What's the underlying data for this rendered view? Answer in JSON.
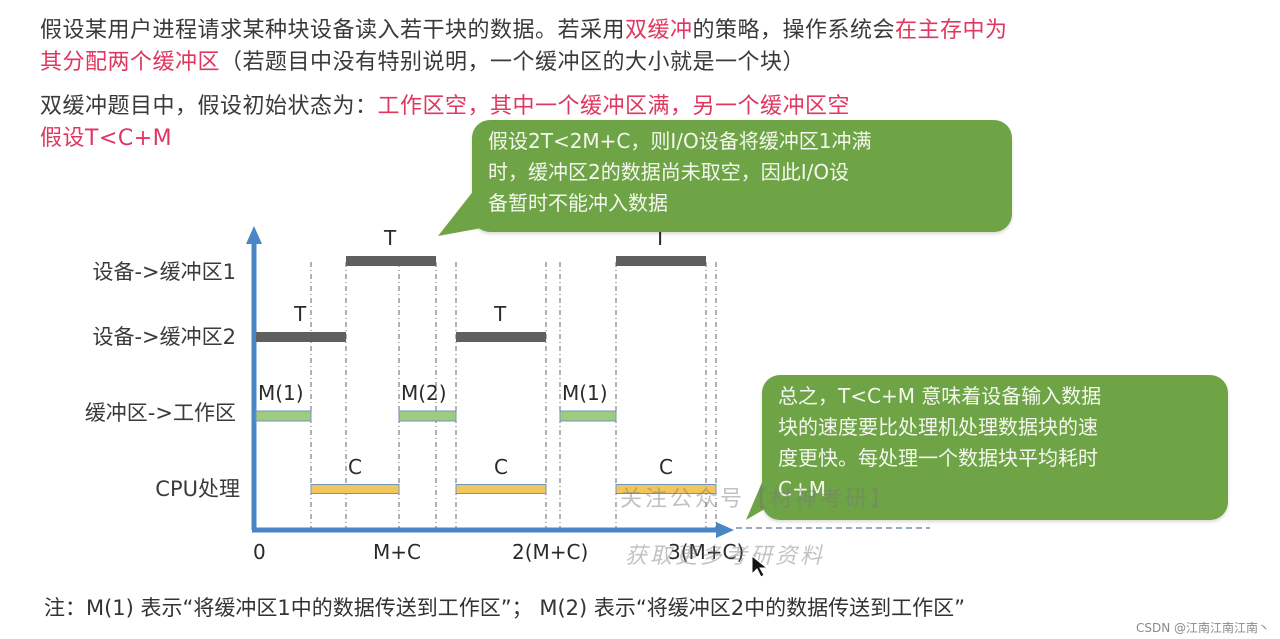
{
  "header": {
    "line1": [
      {
        "text": "假设某用户进程请求某种块设备读入若干块的数据。若采用",
        "highlight": false
      },
      {
        "text": "双缓冲",
        "highlight": true
      },
      {
        "text": "的策略，操作系统会",
        "highlight": false
      },
      {
        "text": "在主存中为",
        "highlight": true
      }
    ],
    "line2": [
      {
        "text": "其分配两个缓冲区",
        "highlight": true
      },
      {
        "text": "（若题目中没有特别说明，一个缓冲区的大小就是一个块）",
        "highlight": false
      }
    ],
    "line3": [
      {
        "text": "双缓冲题目中，假设初始状态为：",
        "highlight": false
      },
      {
        "text": "工作区空，其中一个缓冲区满，另一个缓冲区空",
        "highlight": true
      }
    ],
    "line4": [
      {
        "text": "假设T<C+M",
        "highlight": true
      }
    ]
  },
  "colors": {
    "highlight": "#e0365f",
    "text": "#3a3a3a",
    "axis": "#4a86c5",
    "device_bar": "#5f5f5f",
    "transfer_bar": "#9fcb7d",
    "cpu_bar": "#f2c65a",
    "bubble": "#6ea446"
  },
  "bubble_top": {
    "lines": [
      "假设2T<2M+C，则I/O设备将缓冲区1冲满",
      "时，缓冲区2的数据尚未取空，因此I/O设",
      "备暂时不能冲入数据"
    ]
  },
  "bubble_right": {
    "lines": [
      "总之，T<C+M 意味着设备输入数据",
      "块的速度要比处理机处理数据块的速",
      "度更快。每处理一个数据块平均耗时",
      "C+M"
    ]
  },
  "diagram": {
    "rows": [
      {
        "id": "dev-buf1",
        "label": "设备->缓冲区1"
      },
      {
        "id": "dev-buf2",
        "label": "设备->缓冲区2"
      },
      {
        "id": "buf-work",
        "label": "缓冲区->工作区"
      },
      {
        "id": "cpu",
        "label": "CPU处理"
      }
    ],
    "x_ticks": [
      "0",
      "M+C",
      "2(M+C)",
      "3(M+C)"
    ],
    "bars": [
      {
        "row": "dev-buf2",
        "label": "T",
        "start": 0.0,
        "end": 0.9,
        "kind": "device"
      },
      {
        "row": "dev-buf1",
        "label": "T",
        "start": 0.9,
        "end": 1.8,
        "kind": "device"
      },
      {
        "row": "dev-buf2",
        "label": "T",
        "start": 2.0,
        "end": 2.9,
        "kind": "device"
      },
      {
        "row": "dev-buf1",
        "label": "T",
        "start": 3.6,
        "end": 4.5,
        "kind": "device"
      },
      {
        "row": "buf-work",
        "label": "M(1)",
        "start": 0.0,
        "end": 0.55,
        "kind": "transfer"
      },
      {
        "row": "buf-work",
        "label": "M(2)",
        "start": 1.43,
        "end": 2.0,
        "kind": "transfer"
      },
      {
        "row": "buf-work",
        "label": "M(1)",
        "start": 3.04,
        "end": 3.6,
        "kind": "transfer"
      },
      {
        "row": "cpu",
        "label": "C",
        "start": 0.55,
        "end": 1.43,
        "kind": "cpu"
      },
      {
        "row": "cpu",
        "label": "C",
        "start": 2.0,
        "end": 2.9,
        "kind": "cpu"
      },
      {
        "row": "cpu",
        "label": "C",
        "start": 3.6,
        "end": 4.6,
        "kind": "cpu"
      }
    ]
  },
  "watermarks": {
    "a": "关注公众号【材神考研】",
    "b": "获取更多考研资料"
  },
  "footer": {
    "note": "注：M(1) 表示“将缓冲区1中的数据传送到工作区”； M(2) 表示“将缓冲区2中的数据传送到工作区”",
    "credit": "CSDN @江南江南江南丶"
  }
}
